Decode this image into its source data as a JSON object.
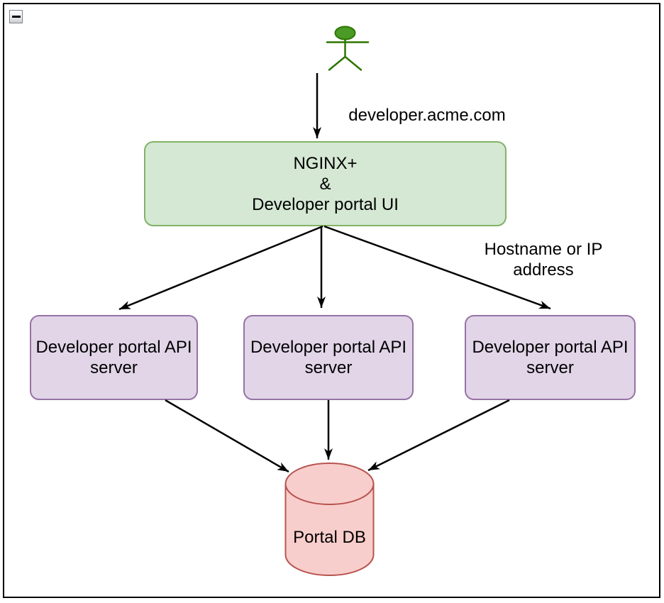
{
  "diagram": {
    "collapse_icon": "minus-icon"
  },
  "colors": {
    "background": "#ffffff",
    "frame_border": "#000000",
    "arrow": "#000000",
    "text": "#000000",
    "actor_fill": "#4c9a26",
    "actor_stroke": "#2d7600",
    "gateway_fill": "#d5e8d4",
    "gateway_stroke": "#82b366",
    "api_fill": "#e1d5e7",
    "api_stroke": "#9673a6",
    "db_fill": "#f8cecc",
    "db_stroke": "#b85450"
  },
  "nodes": {
    "gateway": {
      "label": "NGINX+\n&\nDeveloper portal UI"
    },
    "api_server_left": {
      "label": "Developer portal API\nserver"
    },
    "api_server_middle": {
      "label": "Developer portal API\nserver"
    },
    "api_server_right": {
      "label": "Developer portal API\nserver"
    },
    "database": {
      "label": "Portal DB"
    }
  },
  "edge_labels": {
    "domain": "developer.acme.com",
    "hostname": "Hostname or IP address"
  }
}
